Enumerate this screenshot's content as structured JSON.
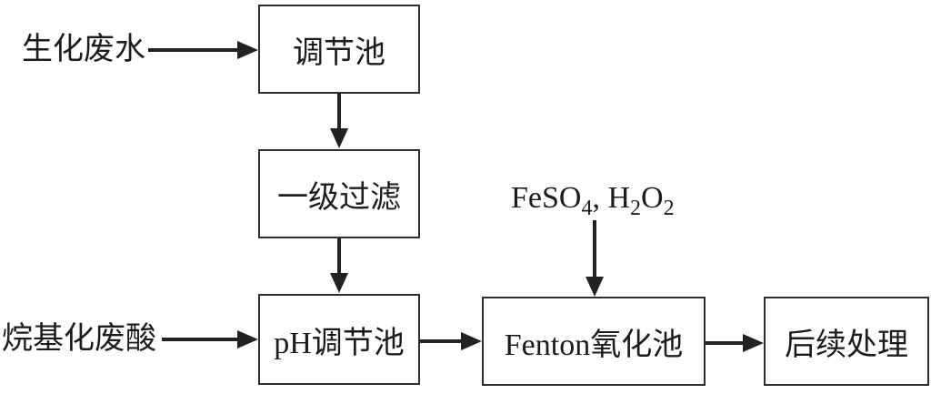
{
  "flow": {
    "type": "flowchart",
    "boxes": {
      "regulation": "调节池",
      "filter": "一级过滤",
      "ph": "pH调节池",
      "fenton": "Fenton氧化池",
      "next": "后续处理"
    },
    "inputs": {
      "biochem": "生化废水",
      "acid": "烷基化废酸"
    },
    "reagent": {
      "p1": "FeSO",
      "p2": "4",
      "p3": ", H",
      "p4": "2",
      "p5": "O",
      "p6": "2"
    },
    "edges": [
      {
        "from": "生化废水",
        "to": "调节池"
      },
      {
        "from": "调节池",
        "to": "一级过滤"
      },
      {
        "from": "一级过滤",
        "to": "pH调节池"
      },
      {
        "from": "烷基化废酸",
        "to": "pH调节池"
      },
      {
        "from": "pH调节池",
        "to": "Fenton氧化池"
      },
      {
        "from": "FeSO4, H2O2",
        "to": "Fenton氧化池"
      },
      {
        "from": "Fenton氧化池",
        "to": "后续处理"
      }
    ]
  },
  "colors": {
    "ink": "#222222",
    "text": "#1c1c1c",
    "background": "#ffffff"
  }
}
